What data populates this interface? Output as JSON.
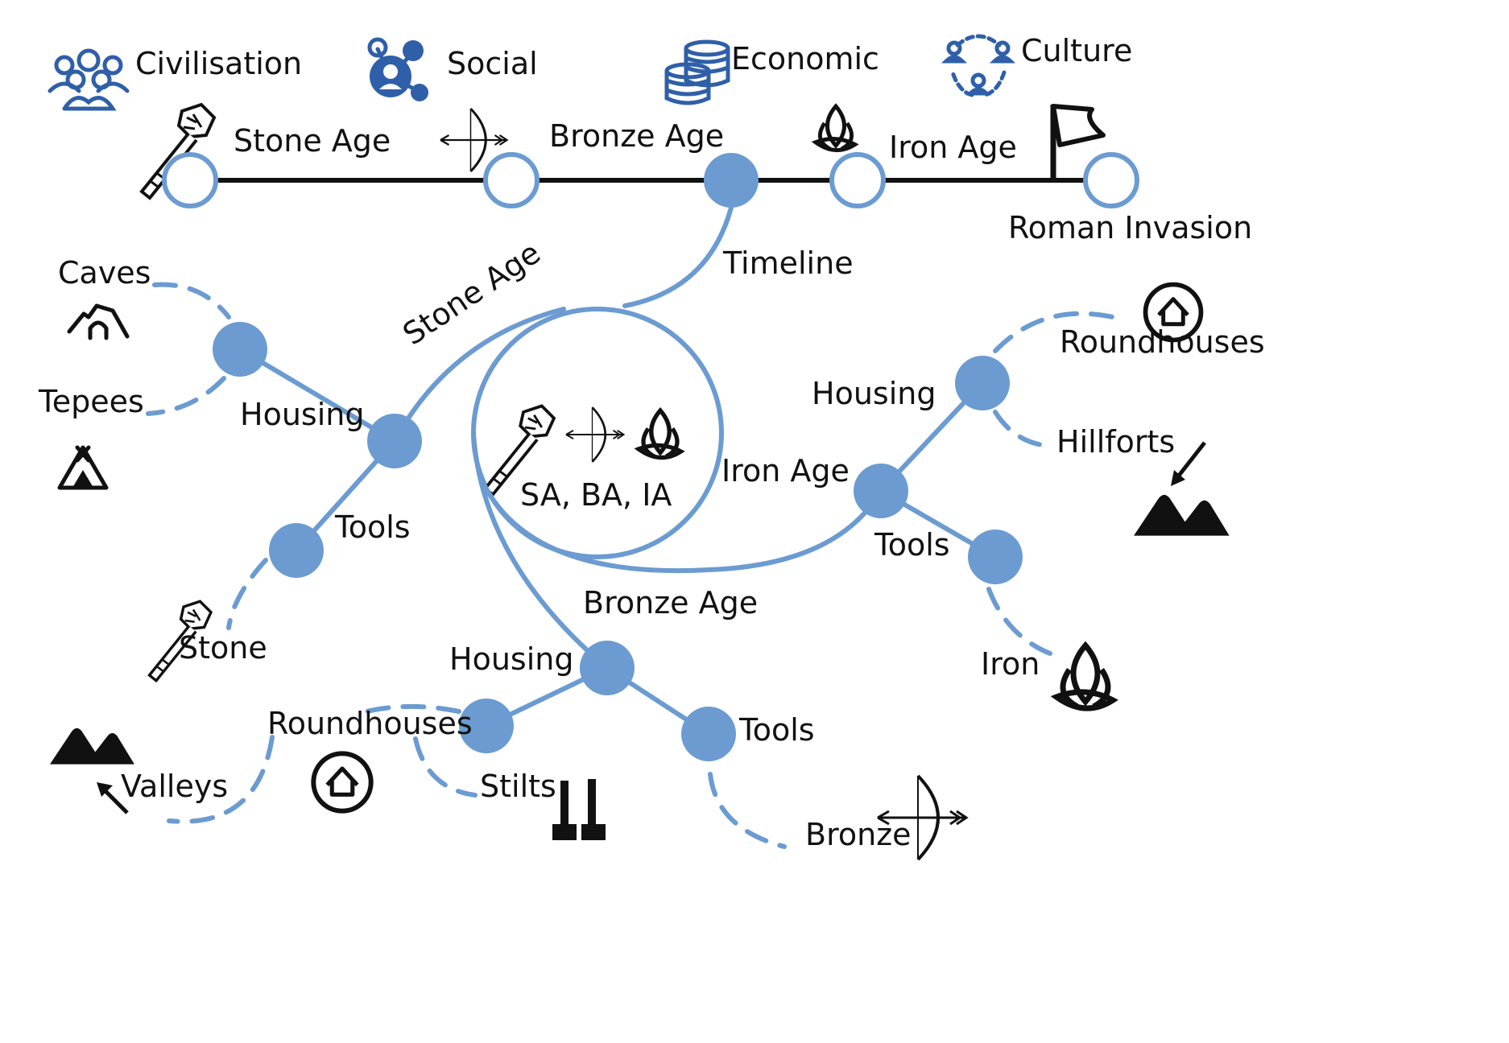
{
  "legend": {
    "civilisation": "Civilisation",
    "social": "Social",
    "economic": "Economic",
    "culture": "Culture"
  },
  "timeline": {
    "stone_age": "Stone Age",
    "bronze_age": "Bronze Age",
    "iron_age": "Iron Age",
    "roman_invasion": "Roman Invasion",
    "branch_label": "Timeline"
  },
  "center": {
    "label": "SA, BA, IA"
  },
  "stone_age": {
    "label": "Stone Age",
    "housing": "Housing",
    "caves": "Caves",
    "tepees": "Tepees",
    "tools": "Tools",
    "stone": "Stone"
  },
  "iron_age": {
    "label": "Iron Age",
    "housing": "Housing",
    "roundhouses": "Roundhouses",
    "hillforts": "Hillforts",
    "tools": "Tools",
    "iron": "Iron"
  },
  "bronze_age": {
    "label": "Bronze Age",
    "housing": "Housing",
    "roundhouses": "Roundhouses",
    "valleys": "Valleys",
    "stilts": "Stilts",
    "tools": "Tools",
    "bronze": "Bronze"
  },
  "colors": {
    "accent": "#6b9bd1",
    "legend_icons": "#2f5fa8",
    "ink": "#111111"
  },
  "icons": [
    "people-group-icon",
    "social-network-icon",
    "coins-stack-icon",
    "culture-cycle-icon",
    "stone-axe-icon",
    "bow-arrow-icon",
    "triquetra-icon",
    "flag-icon",
    "cave-icon",
    "tepee-icon",
    "house-circle-icon",
    "mountains-icon",
    "stilts-icon"
  ]
}
